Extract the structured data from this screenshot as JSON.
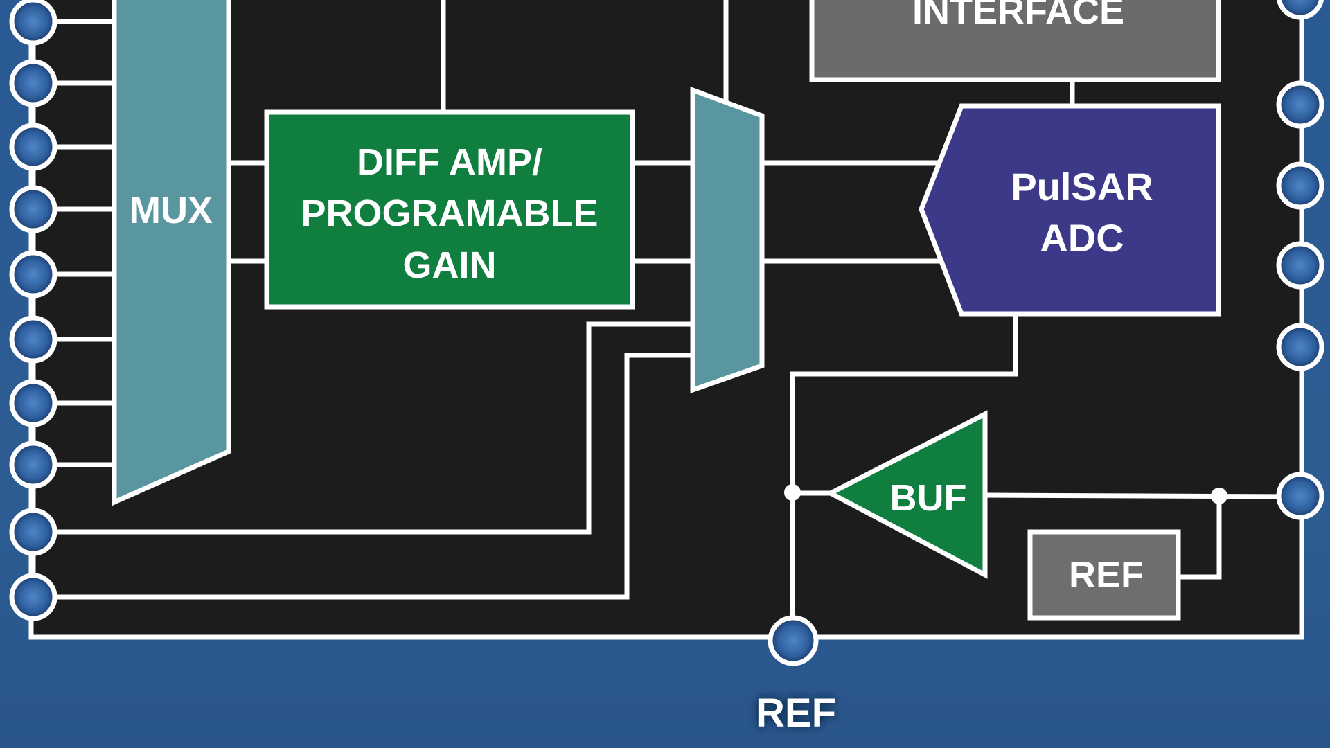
{
  "diagram": {
    "title": "Analog front end block diagram",
    "blocks": {
      "mux": {
        "label": "MUX"
      },
      "diff_amp": {
        "lines": [
          "DIFF AMP/",
          "PROGRAMABLE",
          "GAIN"
        ]
      },
      "interface": {
        "label": "INTERFACE"
      },
      "adc": {
        "lines": [
          "PulSAR",
          "ADC"
        ]
      },
      "buffer": {
        "label": "BUF"
      },
      "reference": {
        "label": "REF"
      }
    },
    "pins": {
      "left_count": 10,
      "right_count": 6,
      "bottom_ref_label": "REF"
    },
    "colors": {
      "background": "#2b5a90",
      "chip_body": "#1c1c1c",
      "wire": "#ffffff",
      "mux": "#5a96a0",
      "diff_amp": "#0f7e3f",
      "interface": "#6b6b6b",
      "adc": "#3c3a88",
      "buffer": "#0f7e3f",
      "reference": "#6e6e6e",
      "pin_fill": "#2f5f9e"
    }
  }
}
